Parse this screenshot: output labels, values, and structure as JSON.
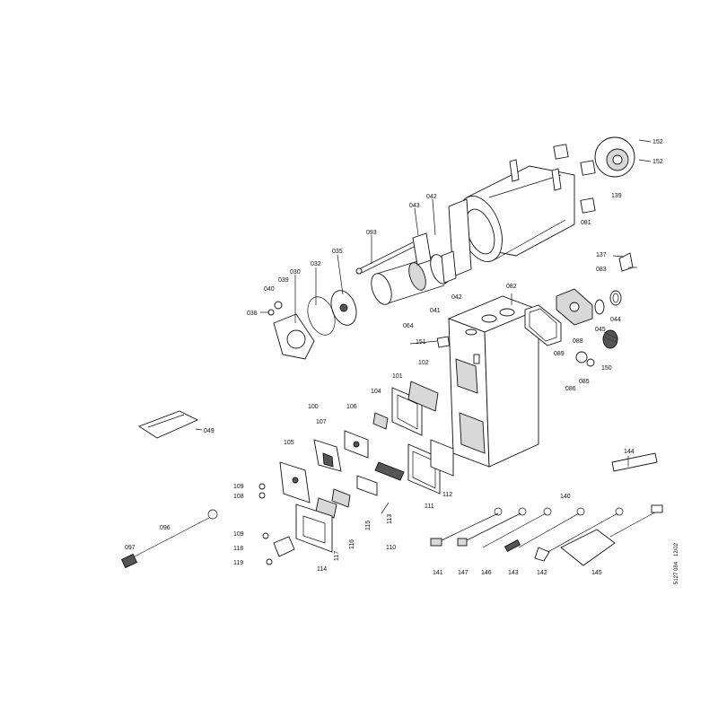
{
  "diagram": {
    "doc_id": "5127 084",
    "doc_date": "12/02",
    "labels": {
      "l152a": "152",
      "l152b": "152",
      "l139": "139",
      "l081": "081",
      "l137": "137",
      "l083": "083",
      "l042a": "042",
      "l043": "043",
      "l093": "093",
      "l035": "035",
      "l032": "032",
      "l030": "030",
      "l039": "039",
      "l040": "040",
      "l038": "038",
      "l064": "064",
      "l041": "041",
      "l042b": "042",
      "l082": "082",
      "l044": "044",
      "l045": "045",
      "l088": "088",
      "l089": "089",
      "l151": "151",
      "l150": "150",
      "l086": "086",
      "l085": "085",
      "l102": "102",
      "l101": "101",
      "l104": "104",
      "l106": "106",
      "l100": "100",
      "l107": "107",
      "l049": "049",
      "l105": "105",
      "l109a": "109",
      "l108": "108",
      "l112": "112",
      "l111": "111",
      "l113": "113",
      "l115": "115",
      "l116": "116",
      "l117": "117",
      "l110": "110",
      "l114": "114",
      "l096": "096",
      "l097": "097",
      "l109b": "109",
      "l118": "118",
      "l119": "119",
      "l144": "144",
      "l140": "140",
      "l141": "141",
      "l147": "147",
      "l146": "146",
      "l143": "143",
      "l142": "142",
      "l145": "145"
    }
  }
}
